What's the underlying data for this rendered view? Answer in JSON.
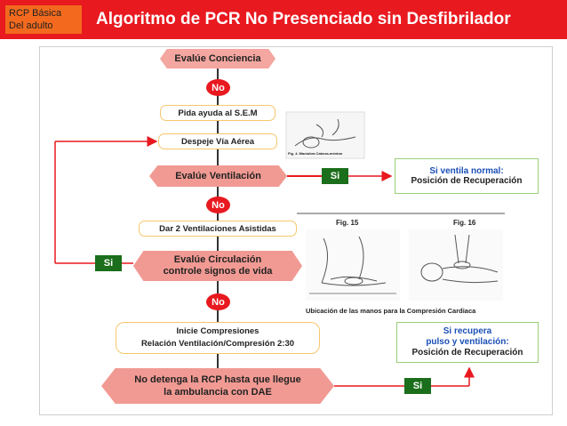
{
  "header": {
    "tag_line1": "RCP Básica",
    "tag_line2": "Del adulto",
    "title": "Algoritmo de PCR  No Presenciado sin Desfibrilador"
  },
  "flow": {
    "evalue_conciencia": "Evalúe Conciencia",
    "no_1": "No",
    "pida_ayuda": "Pida ayuda al S.E.M",
    "despeje_via": "Despeje Vía Aérea",
    "evalue_ventilacion": "Evalúe Ventilación",
    "si_1": "Si",
    "ventila_line1": "Si ventila normal:",
    "ventila_line2": "Posición de Recuperación",
    "no_2": "No",
    "dar_ventilaciones": "Dar 2 Ventilaciones Asistidas",
    "si_2": "Si",
    "circulacion_line1": "Evalúe Circulación",
    "circulacion_line2": "controle signos de vida",
    "no_3": "No",
    "compresiones_line1": "Inicie Compresiones",
    "compresiones_line2": "Relación Ventilación/Compresión 2:30",
    "recupera_line1": "Si recupera",
    "recupera_line2": "pulso y ventilación:",
    "recupera_line3": "Posición de Recuperación",
    "detenga_line1": "No detenga la RCP hasta que llegue",
    "detenga_line2": "la ambulancia con DAE",
    "si_3": "Si"
  },
  "figures": {
    "fig15_label": "Fig. 15",
    "fig16_label": "Fig. 16",
    "compression_caption": "Ubicación de las manos para la Compresión Cardiaca",
    "airway_caption": "Fig. 4. Maniobra Cabeza-ménton"
  },
  "colors": {
    "header_red": "#e8191f",
    "tag_orange": "#f36a1e",
    "hex_pink": "#f4a6a0",
    "si_green": "#1b6e1b",
    "text_blue": "#1a4fb5"
  }
}
